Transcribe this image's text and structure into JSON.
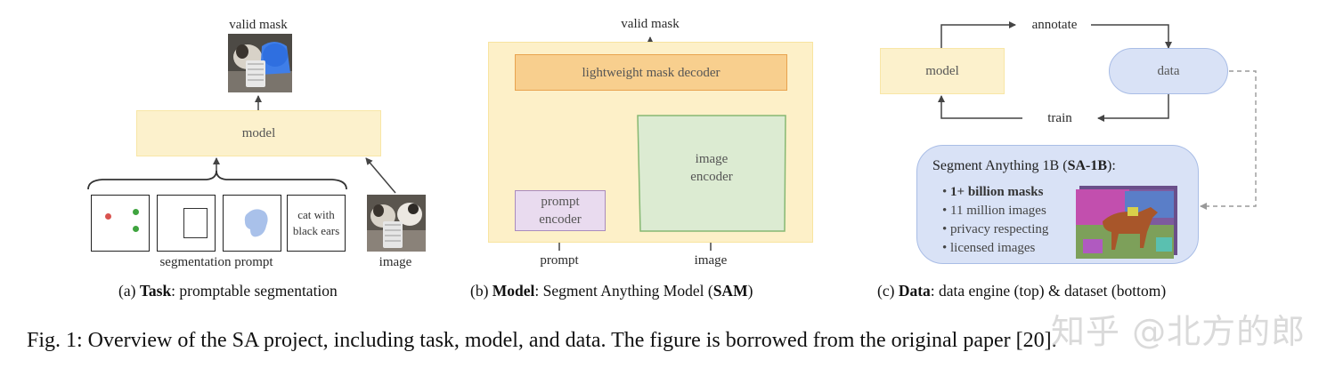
{
  "panel_a": {
    "top_label": "valid mask",
    "model_label": "model",
    "prompt_text": "cat with\nblack ears",
    "prompts_label": "segmentation prompt",
    "image_label": "image",
    "caption_prefix": "(a) ",
    "caption_bold": "Task",
    "caption_rest": ": promptable segmentation"
  },
  "panel_b": {
    "top_label": "valid mask",
    "decoder_label": "lightweight mask decoder",
    "image_encoder_label": "image\nencoder",
    "prompt_encoder_label": "prompt\nencoder",
    "prompt_label": "prompt",
    "image_label": "image",
    "caption_prefix": "(b) ",
    "caption_bold": "Model",
    "caption_rest": ": Segment Anything Model (",
    "caption_bold2": "SAM",
    "caption_end": ")"
  },
  "panel_c": {
    "annotate_label": "annotate",
    "train_label": "train",
    "model_label": "model",
    "data_label": "data",
    "dataset_title_prefix": "Segment Anything 1B (",
    "dataset_title_bold": "SA-1B",
    "dataset_title_end": "):",
    "bullets": [
      "1+ billion masks",
      "11 million images",
      "privacy respecting",
      "licensed images"
    ],
    "caption_prefix": "(c) ",
    "caption_bold": "Data",
    "caption_rest": ": data engine (top) & dataset (bottom)"
  },
  "figure_caption": "Fig. 1: Overview of the SA project, including task, model, and data. The figure is borrowed from the original paper [20].",
  "watermark": "知乎 @北方的郎",
  "colors": {
    "model_fill": "#fcf1cc",
    "model_border": "#f8e6a6",
    "sam_bg": "#fdf0c8",
    "decoder_fill": "#f8cf8e",
    "decoder_border": "#e8a34e",
    "image_encoder_fill": "#dcebd2",
    "image_encoder_border": "#86b872",
    "prompt_encoder_fill": "#e9dbef",
    "prompt_encoder_border": "#a98bbd",
    "data_fill": "#d9e2f6",
    "data_border": "#a9bde6",
    "mask_blob": "#a9c1ea",
    "dot_red": "#d9534f",
    "dot_green": "#3fa43f"
  }
}
